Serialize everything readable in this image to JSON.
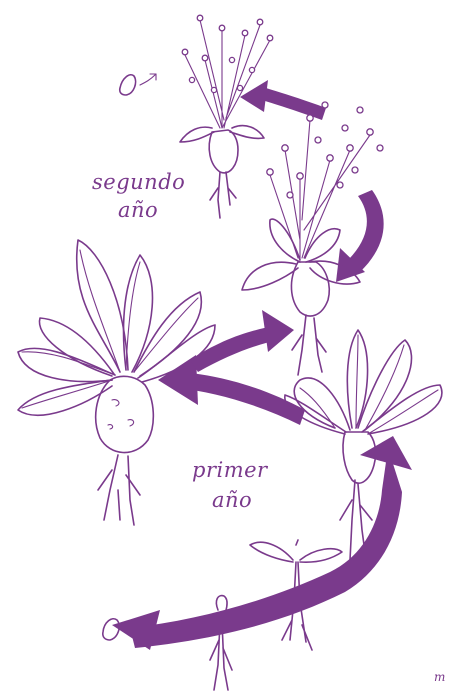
{
  "labels": {
    "second_year_line1": "segundo",
    "second_year_line2": "año",
    "first_year_line1": "primer",
    "first_year_line2": "año",
    "signature": "m"
  },
  "colors": {
    "ink": "#7a3a8c",
    "background": "#ffffff"
  }
}
